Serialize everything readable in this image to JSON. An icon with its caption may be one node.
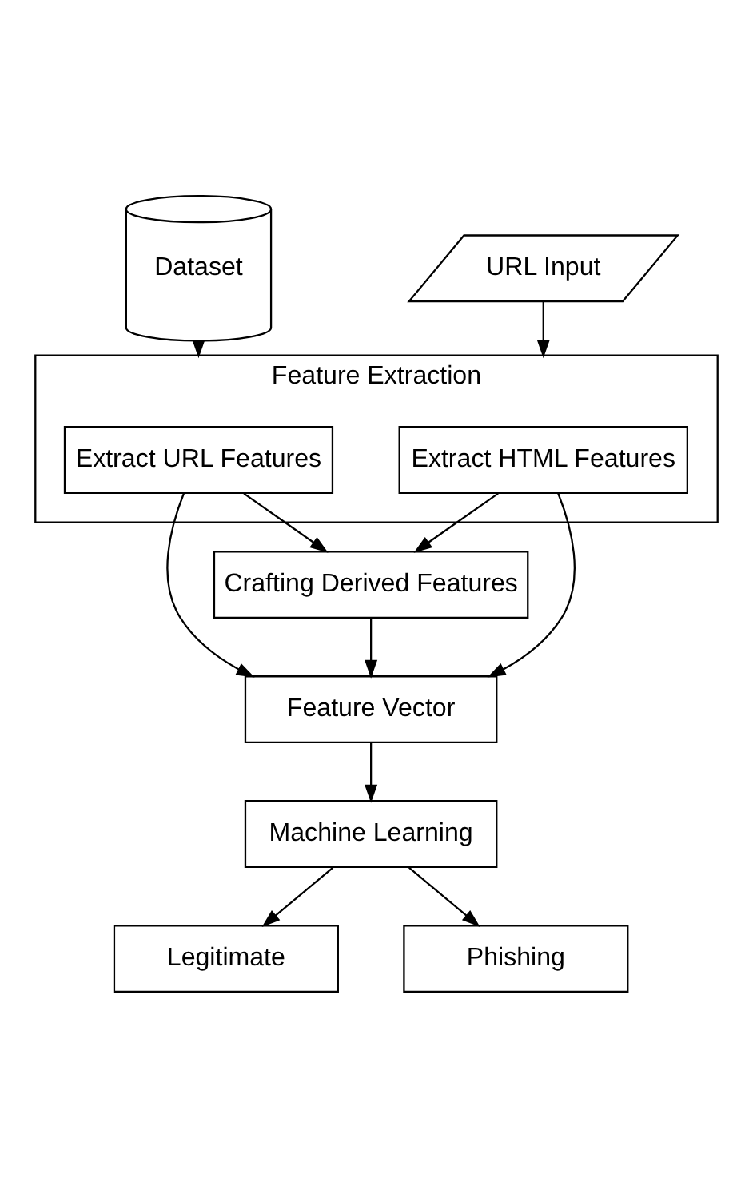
{
  "diagram": {
    "nodes": [
      {
        "text": [
          "Dataset"
        ]
      },
      {
        "text": [
          "URL Input"
        ]
      },
      {
        "text": [
          "Feature Extraction"
        ]
      },
      {
        "text": [
          "Extract URL Features"
        ],
        "in": 2
      },
      {
        "text": [
          "Extract HTML Features"
        ],
        "in": 2
      },
      {
        "text": [
          "Crafting Derived Features"
        ]
      },
      {
        "text": [
          "Feature Vector"
        ]
      },
      {
        "text": [
          "Machine Learning"
        ]
      },
      {
        "text": [
          "Legitimate"
        ]
      },
      {
        "text": [
          "Phishing"
        ]
      }
    ],
    "edges": [
      {
        "from": 0,
        "to": 2,
        "arrow": "to"
      },
      {
        "from": 1,
        "to": 2,
        "arrow": "to"
      },
      {
        "from": 3,
        "to": 5,
        "arrow": "to"
      },
      {
        "from": 4,
        "to": 5,
        "arrow": "to"
      },
      {
        "from": 3,
        "to": 6,
        "arrow": "to"
      },
      {
        "from": 4,
        "to": 6,
        "arrow": "to"
      },
      {
        "from": 5,
        "to": 6,
        "arrow": "to"
      },
      {
        "from": 6,
        "to": 7,
        "arrow": "to"
      },
      {
        "from": 7,
        "to": 8,
        "arrow": "to"
      },
      {
        "from": 7,
        "to": 9,
        "arrow": "to"
      }
    ]
  }
}
